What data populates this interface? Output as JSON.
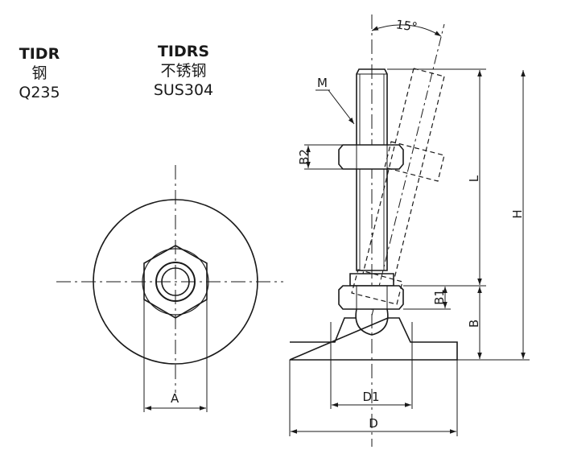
{
  "materials": [
    {
      "code": "TIDR",
      "material": "钢",
      "grade": "Q235"
    },
    {
      "code": "TIDRS",
      "material": "不锈钢",
      "grade": "SUS304"
    }
  ],
  "dimensions": {
    "angle": "15°",
    "thread": "M",
    "nut_height": "B2",
    "thread_length": "L",
    "total_height": "H",
    "lower_nut_height": "B1",
    "base_height": "B",
    "nut_width": "A",
    "pad_diameter": "D1",
    "base_diameter": "D"
  },
  "colors": {
    "line": "#1a1a1a",
    "background": "#ffffff"
  }
}
